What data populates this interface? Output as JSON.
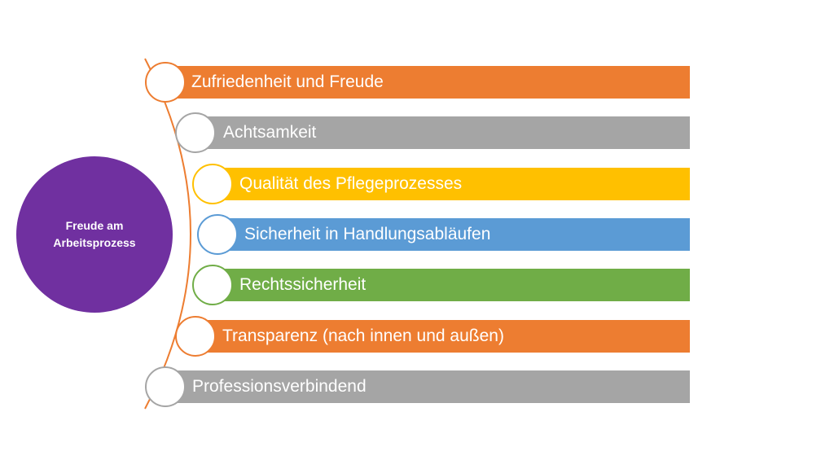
{
  "center": {
    "label": "Freude am Arbeitsprozess"
  },
  "items": [
    {
      "label": "Zufriedenheit und Freude",
      "color": "#ED7D31"
    },
    {
      "label": "Achtsamkeit",
      "color": "#A5A5A5"
    },
    {
      "label": "Qualität des Pflegeprozesses",
      "color": "#FFC000"
    },
    {
      "label": "Sicherheit in Handlungsabläufen",
      "color": "#5B9BD5"
    },
    {
      "label": "Rechtssicherheit",
      "color": "#70AD47"
    },
    {
      "label": "Transparenz (nach innen und außen)",
      "color": "#ED7D31"
    },
    {
      "label": "Professionsverbindend",
      "color": "#A5A5A5"
    }
  ],
  "colors": {
    "center": "#7030A0",
    "arc": "#ED7D31"
  }
}
